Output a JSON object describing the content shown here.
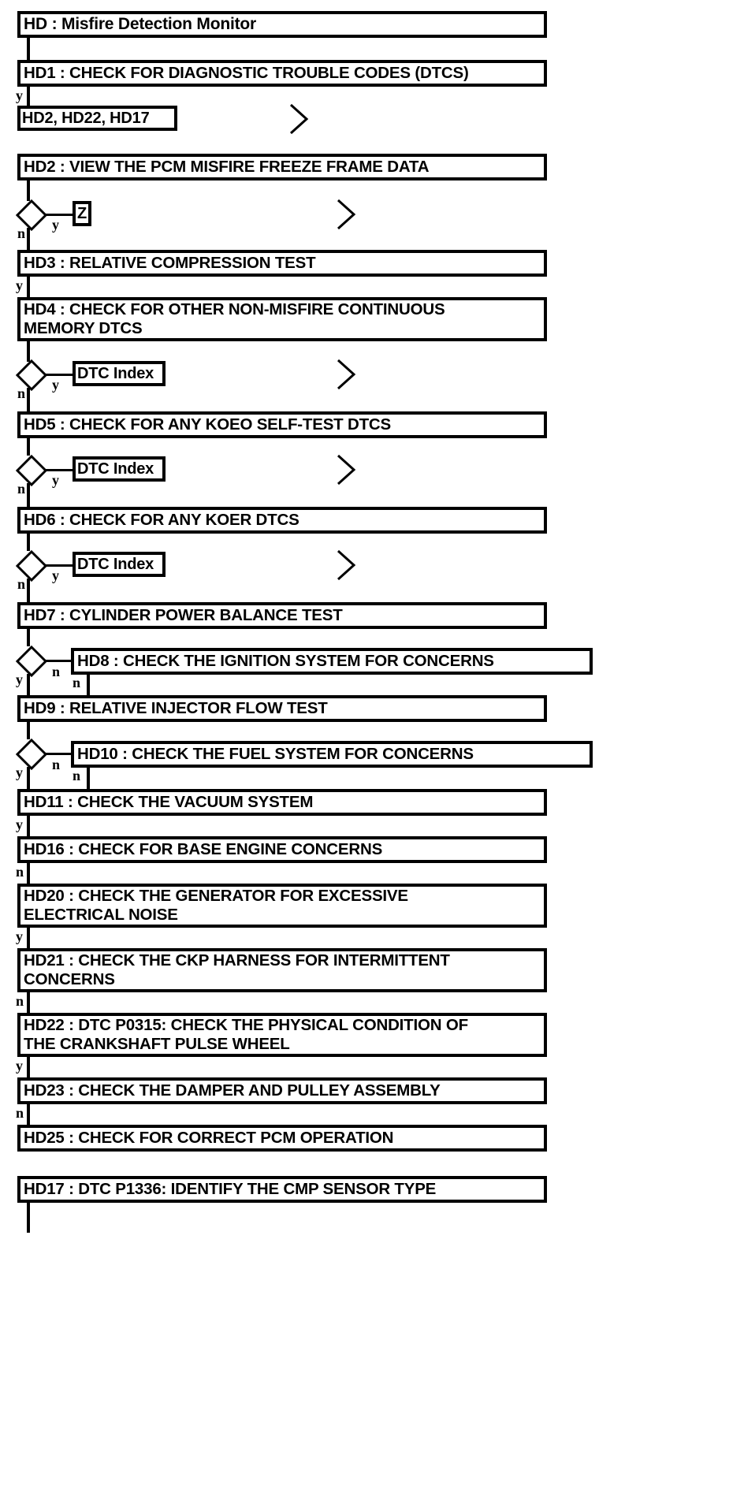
{
  "diagram": {
    "title": "HD : Misfire Detection Monitor",
    "type": "flowchart",
    "nodes": [
      {
        "id": "HD",
        "label": "HD : Misfire Detection Monitor"
      },
      {
        "id": "HD1",
        "label": "HD1 : CHECK FOR DIAGNOSTIC TROUBLE CODES (DTCS)"
      },
      {
        "id": "REF1",
        "label": "HD2, HD22, HD17"
      },
      {
        "id": "HD2",
        "label": "HD2 : VIEW THE PCM MISFIRE FREEZE FRAME DATA"
      },
      {
        "id": "REF2",
        "label": "Z"
      },
      {
        "id": "HD3",
        "label": "HD3 : RELATIVE COMPRESSION TEST"
      },
      {
        "id": "HD4",
        "label": "HD4 : CHECK FOR OTHER NON-MISFIRE CONTINUOUS\nMEMORY DTCS"
      },
      {
        "id": "REF3",
        "label": "DTC Index"
      },
      {
        "id": "HD5",
        "label": "HD5 : CHECK FOR ANY KOEO SELF-TEST DTCS"
      },
      {
        "id": "REF4",
        "label": "DTC Index"
      },
      {
        "id": "HD6",
        "label": "HD6 : CHECK FOR ANY KOER DTCS"
      },
      {
        "id": "REF5",
        "label": "DTC Index"
      },
      {
        "id": "HD7",
        "label": "HD7 : CYLINDER POWER BALANCE TEST"
      },
      {
        "id": "HD8",
        "label": "HD8 : CHECK THE IGNITION SYSTEM FOR CONCERNS"
      },
      {
        "id": "HD9",
        "label": "HD9 : RELATIVE INJECTOR FLOW TEST"
      },
      {
        "id": "HD10",
        "label": "HD10 : CHECK THE FUEL SYSTEM FOR CONCERNS"
      },
      {
        "id": "HD11",
        "label": "HD11 : CHECK THE VACUUM SYSTEM"
      },
      {
        "id": "HD16",
        "label": "HD16 : CHECK FOR BASE ENGINE CONCERNS"
      },
      {
        "id": "HD20",
        "label": "HD20 : CHECK THE GENERATOR FOR EXCESSIVE\nELECTRICAL NOISE"
      },
      {
        "id": "HD21",
        "label": "HD21 : CHECK THE CKP HARNESS FOR INTERMITTENT\nCONCERNS"
      },
      {
        "id": "HD22",
        "label": "HD22 : DTC P0315: CHECK THE PHYSICAL CONDITION OF\nTHE CRANKSHAFT PULSE WHEEL"
      },
      {
        "id": "HD23",
        "label": "HD23 : CHECK THE DAMPER AND PULLEY ASSEMBLY"
      },
      {
        "id": "HD25",
        "label": "HD25 : CHECK FOR CORRECT PCM OPERATION"
      },
      {
        "id": "HD17",
        "label": "HD17 : DTC P1336: IDENTIFY THE CMP SENSOR TYPE"
      }
    ],
    "branch_labels": {
      "yes": "y",
      "no": "n"
    },
    "edges": [
      {
        "from": "HD",
        "to": "HD1",
        "label": ""
      },
      {
        "from": "HD1",
        "to": "REF1",
        "label": "y"
      },
      {
        "from": "HD2",
        "to": "REF2",
        "label": "y"
      },
      {
        "from": "HD2",
        "to": "HD3",
        "label": "n"
      },
      {
        "from": "HD3",
        "to": "HD4",
        "label": "y"
      },
      {
        "from": "HD4",
        "to": "REF3",
        "label": "y"
      },
      {
        "from": "HD4",
        "to": "HD5",
        "label": "n"
      },
      {
        "from": "HD5",
        "to": "REF4",
        "label": "y"
      },
      {
        "from": "HD5",
        "to": "HD6",
        "label": "n"
      },
      {
        "from": "HD6",
        "to": "REF5",
        "label": "y"
      },
      {
        "from": "HD6",
        "to": "HD7",
        "label": "n"
      },
      {
        "from": "HD7",
        "to": "HD8",
        "label": "n"
      },
      {
        "from": "HD7",
        "to": "HD9",
        "label": "y"
      },
      {
        "from": "HD8",
        "to": "HD9",
        "label": "n"
      },
      {
        "from": "HD9",
        "to": "HD10",
        "label": "n"
      },
      {
        "from": "HD9",
        "to": "HD11",
        "label": "y"
      },
      {
        "from": "HD10",
        "to": "HD11",
        "label": "n"
      },
      {
        "from": "HD11",
        "to": "HD16",
        "label": "y"
      },
      {
        "from": "HD16",
        "to": "HD20",
        "label": "n"
      },
      {
        "from": "HD20",
        "to": "HD21",
        "label": "y"
      },
      {
        "from": "HD21",
        "to": "HD22",
        "label": "n"
      },
      {
        "from": "HD22",
        "to": "HD23",
        "label": "y"
      },
      {
        "from": "HD23",
        "to": "HD25",
        "label": "n"
      }
    ],
    "colors": {
      "line": "#000000",
      "background": "#ffffff",
      "text": "#000000"
    }
  }
}
